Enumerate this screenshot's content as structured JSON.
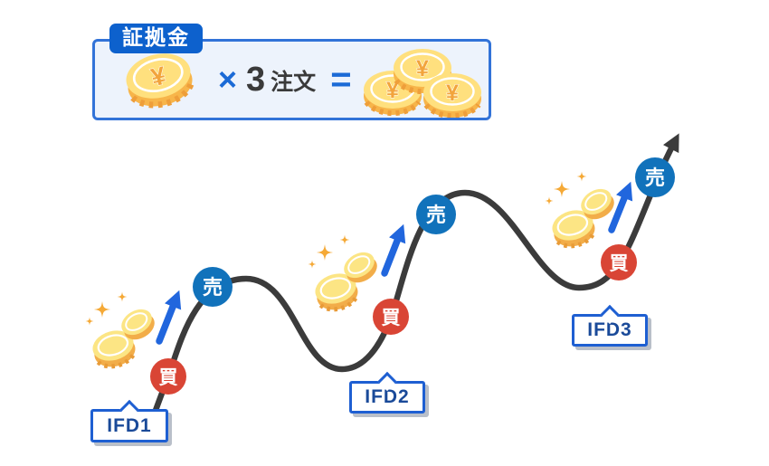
{
  "legend": {
    "badge_label": "証拠金",
    "coin_symbol": "¥",
    "multiply_symbol": "×",
    "order_count": "3",
    "order_unit": "注文",
    "equals_symbol": "=",
    "colors": {
      "box_border": "#3273d8",
      "box_bg": "#edf3fc",
      "badge_bg": "#0d61cd",
      "symbol_blue": "#1b6ad6",
      "text_dark": "#3a3a3a"
    }
  },
  "flow": {
    "buy_label": "買",
    "sell_label": "売",
    "steps": [
      {
        "label": "IFD1"
      },
      {
        "label": "IFD2"
      },
      {
        "label": "IFD3"
      }
    ],
    "colors": {
      "buy_circle": "#d94535",
      "sell_circle": "#1172bb",
      "arrow_blue": "#2166dd",
      "curve": "#3b3b3b",
      "coin_face": "#fce584",
      "coin_rim": "#f2ad49",
      "sparkle": "#f5a936",
      "label_border": "#1e5fd2",
      "label_text": "#1a4a99"
    }
  }
}
